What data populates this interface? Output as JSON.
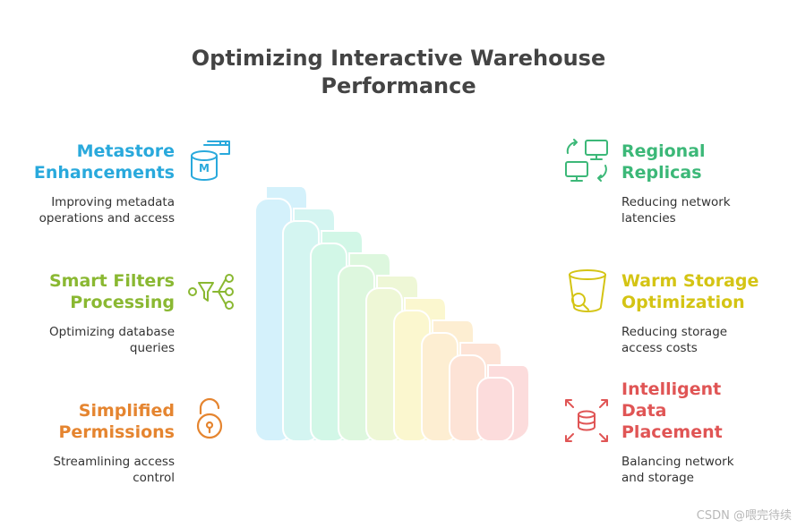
{
  "title_line1": "Optimizing Interactive Warehouse",
  "title_line2": "Performance",
  "items": [
    {
      "title1": "Metastore",
      "title2": "Enhancements",
      "desc1": "Improving metadata",
      "desc2": "operations and access",
      "color": "#29a9dc",
      "icon": "database-icon"
    },
    {
      "title1": "Smart Filters",
      "title2": "Processing",
      "desc1": "Optimizing database",
      "desc2": "queries",
      "color": "#8ab832",
      "icon": "filter-network-icon"
    },
    {
      "title1": "Simplified",
      "title2": "Permissions",
      "desc1": "Streamlining access",
      "desc2": "control",
      "color": "#e58530",
      "icon": "padlock-icon"
    },
    {
      "title1": "Regional",
      "title2": "Replicas",
      "desc1": "Reducing network",
      "desc2": "latencies",
      "color": "#3cb878",
      "icon": "monitors-sync-icon"
    },
    {
      "title1": "Warm Storage",
      "title2": "Optimization",
      "desc1": "Reducing storage",
      "desc2": "access costs",
      "color": "#d4c414",
      "icon": "bucket-search-icon"
    },
    {
      "title1": "Intelligent",
      "title2": "Data",
      "title3": "Placement",
      "desc1": "Balancing network",
      "desc2": "and storage",
      "color": "#e05555",
      "icon": "database-arrows-icon"
    }
  ],
  "layer_colors": [
    "#d4f1fb",
    "#d4f5f1",
    "#d2f7e7",
    "#ddf7de",
    "#eef7d6",
    "#fbf7cf",
    "#fdeed2",
    "#fde3d6",
    "#fcdcdc"
  ],
  "watermark": "CSDN @喂完待续"
}
